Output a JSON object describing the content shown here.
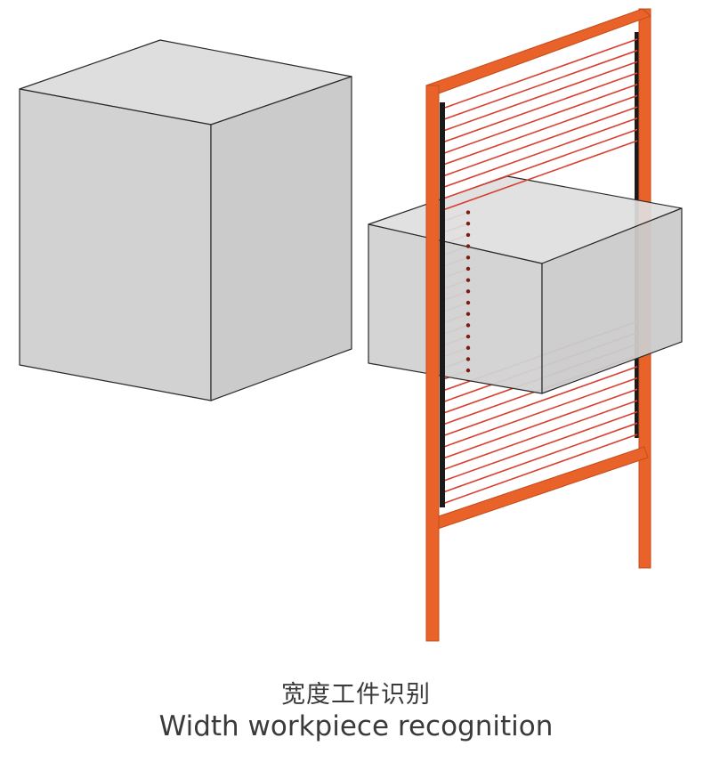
{
  "caption": {
    "title_cn": "宽度工件识别",
    "title_en": "Width workpiece recognition"
  },
  "colors": {
    "frame": "#e8622a",
    "frame_shade": "#c44d1b",
    "beam": "#d9402f",
    "box_front": "#d2d2d2",
    "box_top": "#dedede",
    "box_side": "#cbcbcb",
    "edge": "#2a2a2a",
    "sensor_strip": "#1a1a1a"
  },
  "icons": [
    "large-cube",
    "light-curtain-frame",
    "workpiece-box"
  ],
  "light_curtain": {
    "beam_count": 36,
    "blocked_beam_count": 15
  }
}
